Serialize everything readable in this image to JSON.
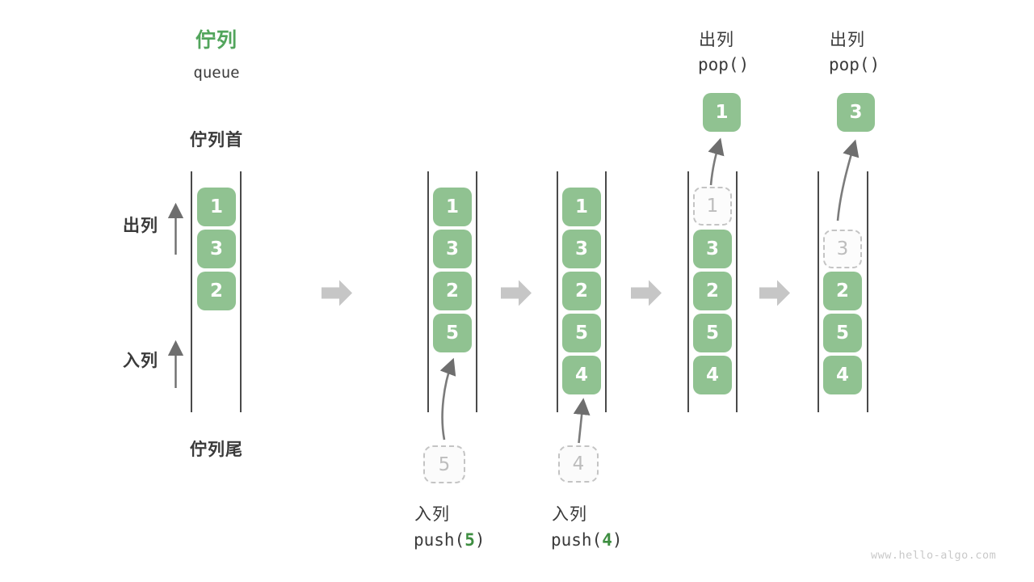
{
  "diagram": {
    "title_zh": "佇列",
    "title_en": "queue",
    "front_label": "佇列首",
    "rear_label": "佇列尾",
    "side_dequeue_label": "出列",
    "side_enqueue_label": "入列",
    "watermark": "www.hello-algo.com"
  },
  "queue_states": [
    {
      "cells": [
        "1",
        "3",
        "2"
      ]
    },
    {
      "cells": [
        "1",
        "3",
        "2",
        "5"
      ]
    },
    {
      "cells": [
        "1",
        "3",
        "2",
        "5",
        "4"
      ]
    },
    {
      "cells": [
        "1",
        "3",
        "2",
        "5",
        "4"
      ]
    },
    {
      "cells": [
        "3",
        "2",
        "5",
        "4"
      ]
    }
  ],
  "operations": [
    {
      "type": "enqueue",
      "label": "入列",
      "fn_open": "push(",
      "arg": "5",
      "fn_close": ")",
      "staging": "5"
    },
    {
      "type": "enqueue",
      "label": "入列",
      "fn_open": "push(",
      "arg": "4",
      "fn_close": ")",
      "staging": "4"
    },
    {
      "type": "dequeue",
      "label": "出列",
      "fn": "pop()",
      "result": "1"
    },
    {
      "type": "dequeue",
      "label": "出列",
      "fn": "pop()",
      "result": "3"
    }
  ],
  "colors": {
    "title_green": "#52a55c",
    "cell_green": "#90c291",
    "arg_green": "#3e8e41",
    "line_gray": "#4a4a4a",
    "arrow_gray": "#7b7b7b",
    "big_arrow_gray": "#c6c6c6",
    "ghost_gray": "#c4c4c4"
  }
}
